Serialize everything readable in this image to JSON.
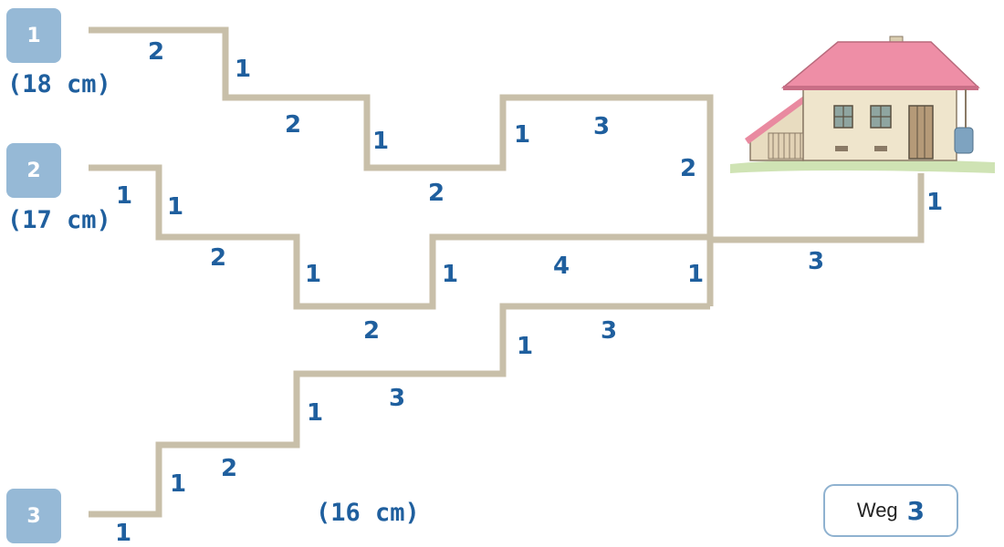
{
  "paths": [
    {
      "badge": "1",
      "distance": "(18 cm)"
    },
    {
      "badge": "2",
      "distance": "(17 cm)"
    },
    {
      "badge": "3",
      "distance": "(16 cm)"
    }
  ],
  "segment_labels": [
    "2",
    "1",
    "2",
    "1",
    "1",
    "3",
    "2",
    "2",
    "1",
    "1",
    "2",
    "1",
    "2",
    "1",
    "4",
    "1",
    "3",
    "1",
    "1",
    "3",
    "1",
    "3",
    "1",
    "2",
    "1"
  ],
  "answer": {
    "label": "Weg",
    "value": "3"
  },
  "colors": {
    "path": "#c8bfa9",
    "badge": "#96b9d6",
    "number": "#1f5f9e",
    "answer_border": "#8fb2d0"
  }
}
